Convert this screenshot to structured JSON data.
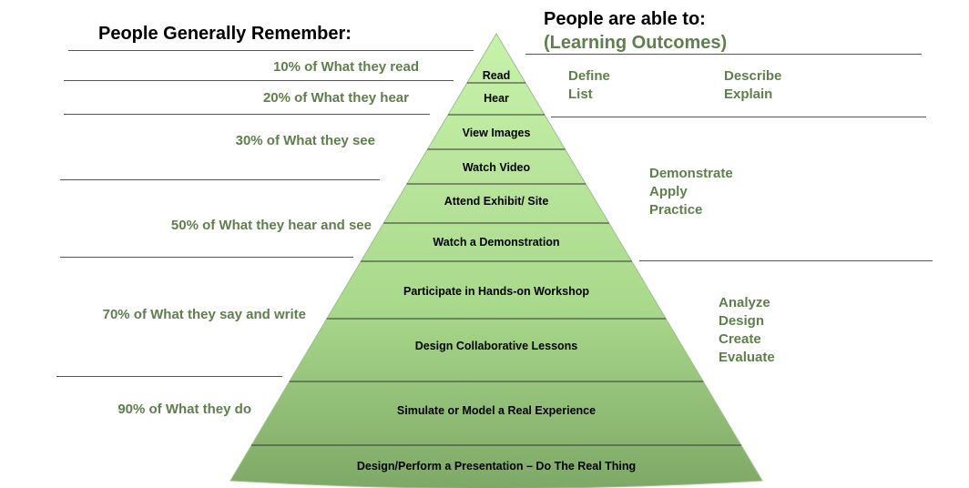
{
  "left_heading": "People Generally Remember:",
  "right_heading": "People are able to:",
  "right_subheading": "(Learning Outcomes)",
  "remember": [
    "10% of What they read",
    "20% of What they hear",
    "30% of What they see",
    "50% of What they hear and see",
    "70% of What they say and write",
    "90% of What they do"
  ],
  "pyramid_levels": [
    "Read",
    "Hear",
    "View Images",
    "Watch Video",
    "Attend Exhibit/ Site",
    "Watch a Demonstration",
    "Participate in Hands-on Workshop",
    "Design Collaborative Lessons",
    "Simulate or Model a Real Experience",
    "Design/Perform a Presentation – Do The Real Thing"
  ],
  "outcomes": {
    "group1_col1": [
      "Define",
      "List"
    ],
    "group1_col2": [
      "Describe",
      "Explain"
    ],
    "group2": [
      "Demonstrate",
      "Apply",
      "Practice"
    ],
    "group3": [
      "Analyze",
      "Design",
      "Create",
      "Evaluate"
    ]
  },
  "colors": {
    "text_green": "#5f7f4c",
    "pyramid_top": "#c8f2ab",
    "pyramid_bottom": "#7ea866"
  }
}
